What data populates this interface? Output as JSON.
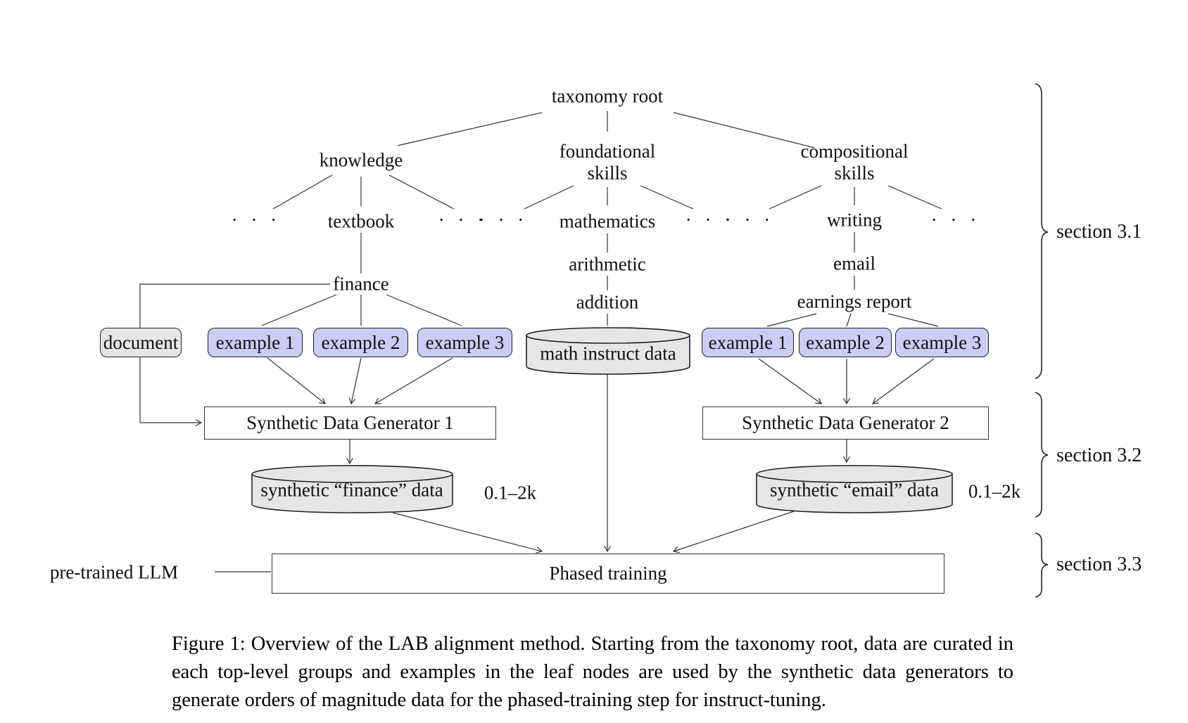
{
  "diagram": {
    "nodes": {
      "taxonomy_root": "taxonomy root",
      "knowledge": "knowledge",
      "foundational_skills": "foundational\nskills",
      "compositional_skills": "compositional\nskills",
      "textbook": "textbook",
      "mathematics": "mathematics",
      "writing": "writing",
      "finance": "finance",
      "arithmetic": "arithmetic",
      "email": "email",
      "addition": "addition",
      "earnings_report": "earnings report",
      "dots": "· · ·",
      "pretrained_llm": "pre-trained LLM"
    },
    "boxes": {
      "document": "document",
      "examples_left": [
        "example 1",
        "example 2",
        "example 3"
      ],
      "examples_right": [
        "example 1",
        "example 2",
        "example 3"
      ],
      "generator1": "Synthetic Data Generator 1",
      "generator2": "Synthetic Data Generator 2",
      "phased_training": "Phased training"
    },
    "cylinders": {
      "math_instruct": "math instruct data",
      "finance_data": "synthetic “finance” data",
      "email_data": "synthetic “email” data"
    },
    "annotations": {
      "range_left": "0.1–2k",
      "range_right": "0.1–2k"
    },
    "sections": [
      "section 3.1",
      "section 3.2",
      "section 3.3"
    ],
    "colors": {
      "example_fill": "#ccccf5",
      "container_fill": "#e6e6e6",
      "box_fill": "#ffffff",
      "border": "#222222",
      "line": "#333333"
    }
  },
  "caption": {
    "text": "Figure 1: Overview of the LAB alignment method. Starting from the taxonomy root, data are curated in each top-level groups and examples in the leaf nodes are used by the synthetic data generators to generate orders of magnitude data for the phased-training step for instruct-tuning."
  }
}
